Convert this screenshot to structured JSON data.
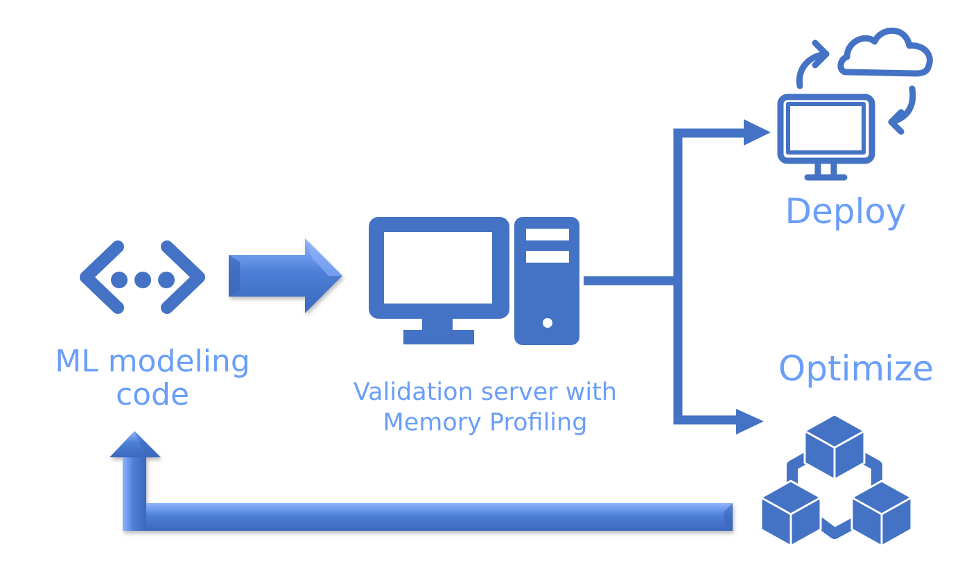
{
  "diagram": {
    "title": "ML model validation and deployment workflow",
    "colors": {
      "primary": "#4472c4",
      "label": "#6a9ef8",
      "arrow_light": "#8fb4ff",
      "arrow_dark": "#3563b5"
    },
    "nodes": [
      {
        "id": "code",
        "icon": "code-icon",
        "label_lines": [
          "ML modeling",
          "code"
        ]
      },
      {
        "id": "server",
        "icon": "desktop-computer-icon",
        "label_lines": [
          "Validation server with",
          "Memory Profiling"
        ]
      },
      {
        "id": "deploy",
        "icon": "cloud-sync-monitor-icon",
        "label_lines": [
          "Deploy"
        ]
      },
      {
        "id": "optimize",
        "icon": "connected-cubes-icon",
        "label_lines": [
          "Optimize"
        ]
      }
    ],
    "edges": [
      {
        "from": "code",
        "to": "server",
        "style": "bevel-arrow"
      },
      {
        "from": "server",
        "to": "deploy",
        "style": "elbow-line"
      },
      {
        "from": "server",
        "to": "optimize",
        "style": "elbow-line"
      },
      {
        "from": "optimize",
        "to": "code",
        "style": "bevel-arrow-loop"
      }
    ]
  }
}
